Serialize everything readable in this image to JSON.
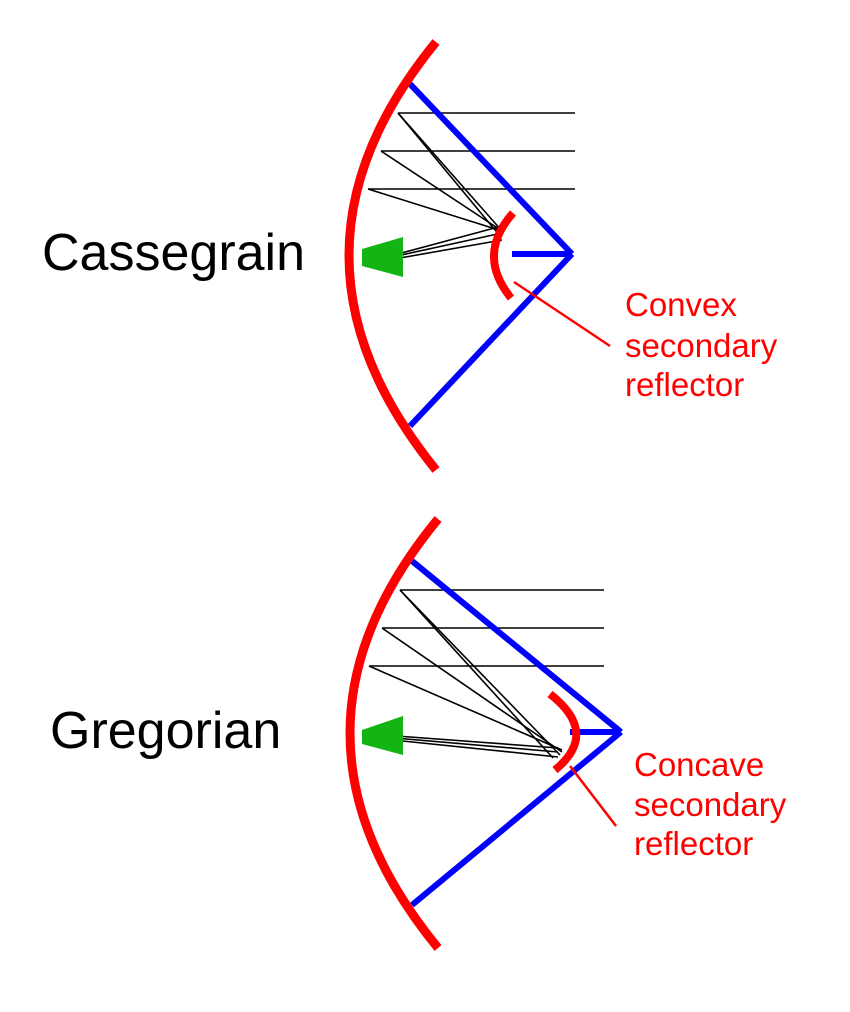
{
  "colors": {
    "primary_reflector": "#ff0000",
    "support_struts": "#0000ff",
    "feed_horn": "#14b414",
    "rays": "#000000",
    "annotation": "#ff0000",
    "label": "#000000"
  },
  "diagrams": {
    "cassegrain": {
      "title": "Cassegrain",
      "note_lines": [
        "Convex",
        "secondary",
        "reflector"
      ]
    },
    "gregorian": {
      "title": "Gregorian",
      "note_lines": [
        "Concave",
        "secondary",
        "reflector"
      ]
    }
  }
}
